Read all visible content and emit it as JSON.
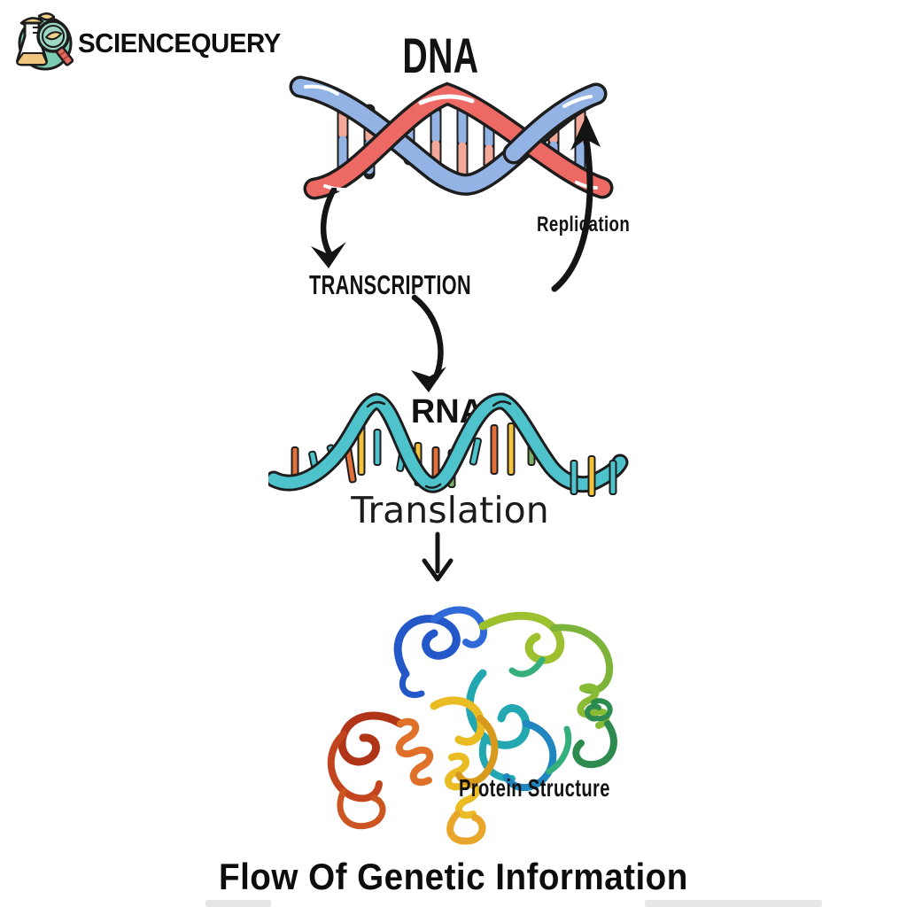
{
  "brand": {
    "name": "SCIENCEQUERY"
  },
  "nodes": {
    "dna": {
      "label": "DNA"
    },
    "replication": {
      "label": "Replication"
    },
    "transcription": {
      "label": "TRANSCRIPTION"
    },
    "rna": {
      "label": "RNA"
    },
    "translation": {
      "label": "Translation"
    },
    "protein": {
      "label": "Protein Structure"
    }
  },
  "footer": {
    "title": "Flow Of Genetic Information"
  },
  "flow_sequence": [
    "DNA",
    "TRANSCRIPTION",
    "RNA",
    "Translation",
    "Protein Structure"
  ],
  "icons": {
    "logo": "science-flask-magnifier",
    "replication_arrow": "curved-up-arrow",
    "dna_to_transcription_arrow": "curved-down-arrow",
    "transcription_to_rna_arrow": "curved-down-arrow",
    "translation_to_protein_arrow": "straight-down-arrow"
  },
  "illustrations": {
    "dna": "red-and-blue-double-helix",
    "rna": "teal-single-strand-wave-with-bases",
    "protein": "rainbow-ribbon-protein-structure"
  },
  "colors": {
    "dna_strand_red": "#ED6A64",
    "dna_strand_blue": "#93B3E4",
    "dna_rung_pink": "#F4A89A",
    "rna_ribbon_teal": "#4EC3CB",
    "base_orange": "#E2703B",
    "base_yellow": "#F2C33D",
    "base_green": "#7FB069",
    "logo_teal": "#7ECBB4",
    "logo_leaf": "#F0D189",
    "logo_liquid": "#F2C57E",
    "logo_handle_red": "#E06D62",
    "arrow_black": "#141414"
  }
}
